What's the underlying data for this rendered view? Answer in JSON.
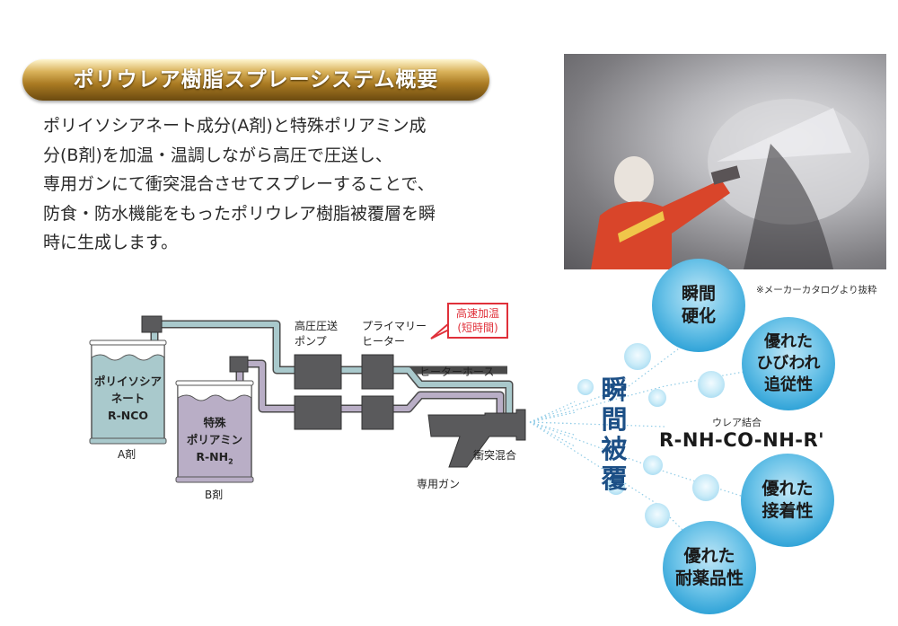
{
  "title": "ポリウレア樹脂スプレーシステム概要",
  "intro_lines": [
    "ポリイソシアネート成分(A剤)と特殊ポリアミン成",
    "分(B剤)を加温・温調しながら高圧で圧送し、",
    "専用ガンにて衝突混合させてスプレーすることで、",
    "防食・防水機能をもったポリウレア樹脂被覆層を瞬",
    "時に生成します。"
  ],
  "note": "※メーカーカタログより抜粋",
  "diagram": {
    "drum_a": {
      "line1": "ポリイソシア",
      "line2": "ネート",
      "formula": "R-NCO",
      "label": "A剤"
    },
    "drum_b": {
      "line1": "特殊",
      "line2": "ポリアミン",
      "formula": "R-NH",
      "subscript": "2",
      "label": "B剤"
    },
    "pump": {
      "line1": "高圧圧送",
      "line2": "ポンプ"
    },
    "heater": {
      "line1": "プライマリー",
      "line2": "ヒーター"
    },
    "callout": {
      "line1": "高速加温",
      "line2": "(短時間)"
    },
    "hose": "ヒーターホース",
    "mixing": "衝突混合",
    "gun": "専用ガン",
    "colors": {
      "component_a": "#a9c9cc",
      "component_b": "#b9aec6",
      "callout": "#e0303a"
    }
  },
  "features": {
    "vertical_label": "瞬間被覆",
    "bond_label": "ウレア結合",
    "formula": "R-NH-CO-NH-R'",
    "circles": [
      {
        "line1": "瞬間",
        "line2": "硬化"
      },
      {
        "line1": "優れた",
        "line2": "ひびわれ",
        "line3": "追従性"
      },
      {
        "line1": "優れた",
        "line2": "接着性"
      },
      {
        "line1": "優れた",
        "line2": "耐薬品性"
      }
    ]
  }
}
